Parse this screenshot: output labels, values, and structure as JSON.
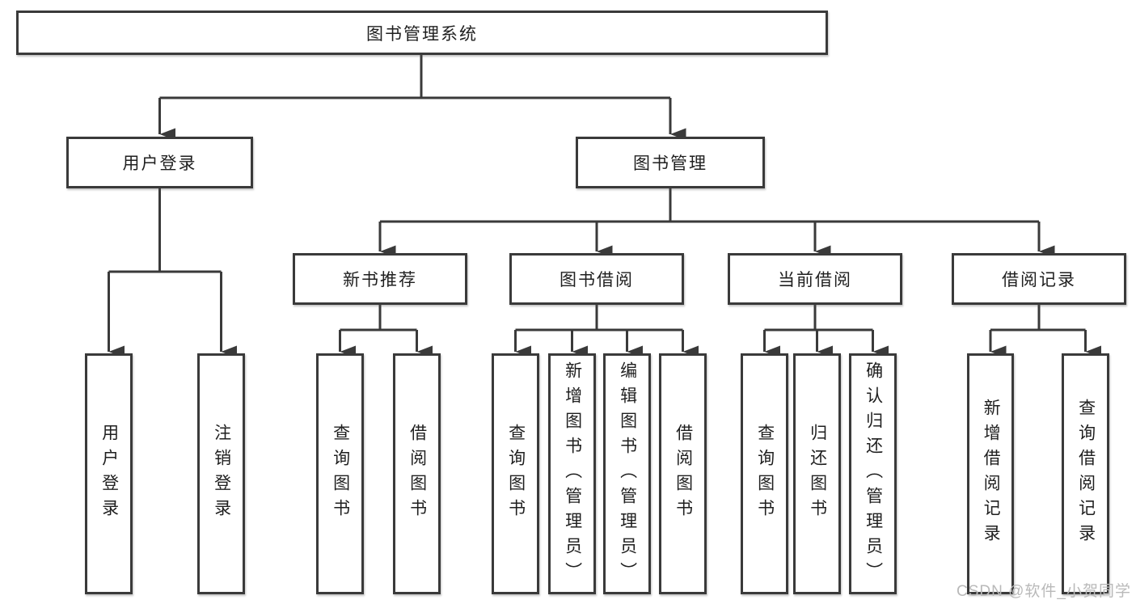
{
  "tree": {
    "root": {
      "label": "图书管理系统"
    },
    "branches": [
      {
        "label": "用户登录",
        "children": [
          {
            "label": "用户登录"
          },
          {
            "label": "注销登录"
          }
        ]
      },
      {
        "label": "图书管理",
        "children": [
          {
            "label": "新书推荐",
            "children": [
              {
                "label": "查询图书"
              },
              {
                "label": "借阅图书"
              }
            ]
          },
          {
            "label": "图书借阅",
            "children": [
              {
                "label": "查询图书"
              },
              {
                "label": "新增图书（管理员）"
              },
              {
                "label": "编辑图书（管理员）"
              },
              {
                "label": "借阅图书"
              }
            ]
          },
          {
            "label": "当前借阅",
            "children": [
              {
                "label": "查询图书"
              },
              {
                "label": "归还图书"
              },
              {
                "label": "确认归还（管理员）"
              }
            ]
          },
          {
            "label": "借阅记录",
            "children": [
              {
                "label": "新增借阅记录"
              },
              {
                "label": "查询借阅记录"
              }
            ]
          }
        ]
      }
    ]
  },
  "watermark": {
    "text": "CSDN @软件_小贺同学"
  },
  "colors": {
    "line": "#3a3a3a",
    "text": "#1f1f1f",
    "background": "#ffffff",
    "watermark": "#b9b9b9"
  }
}
